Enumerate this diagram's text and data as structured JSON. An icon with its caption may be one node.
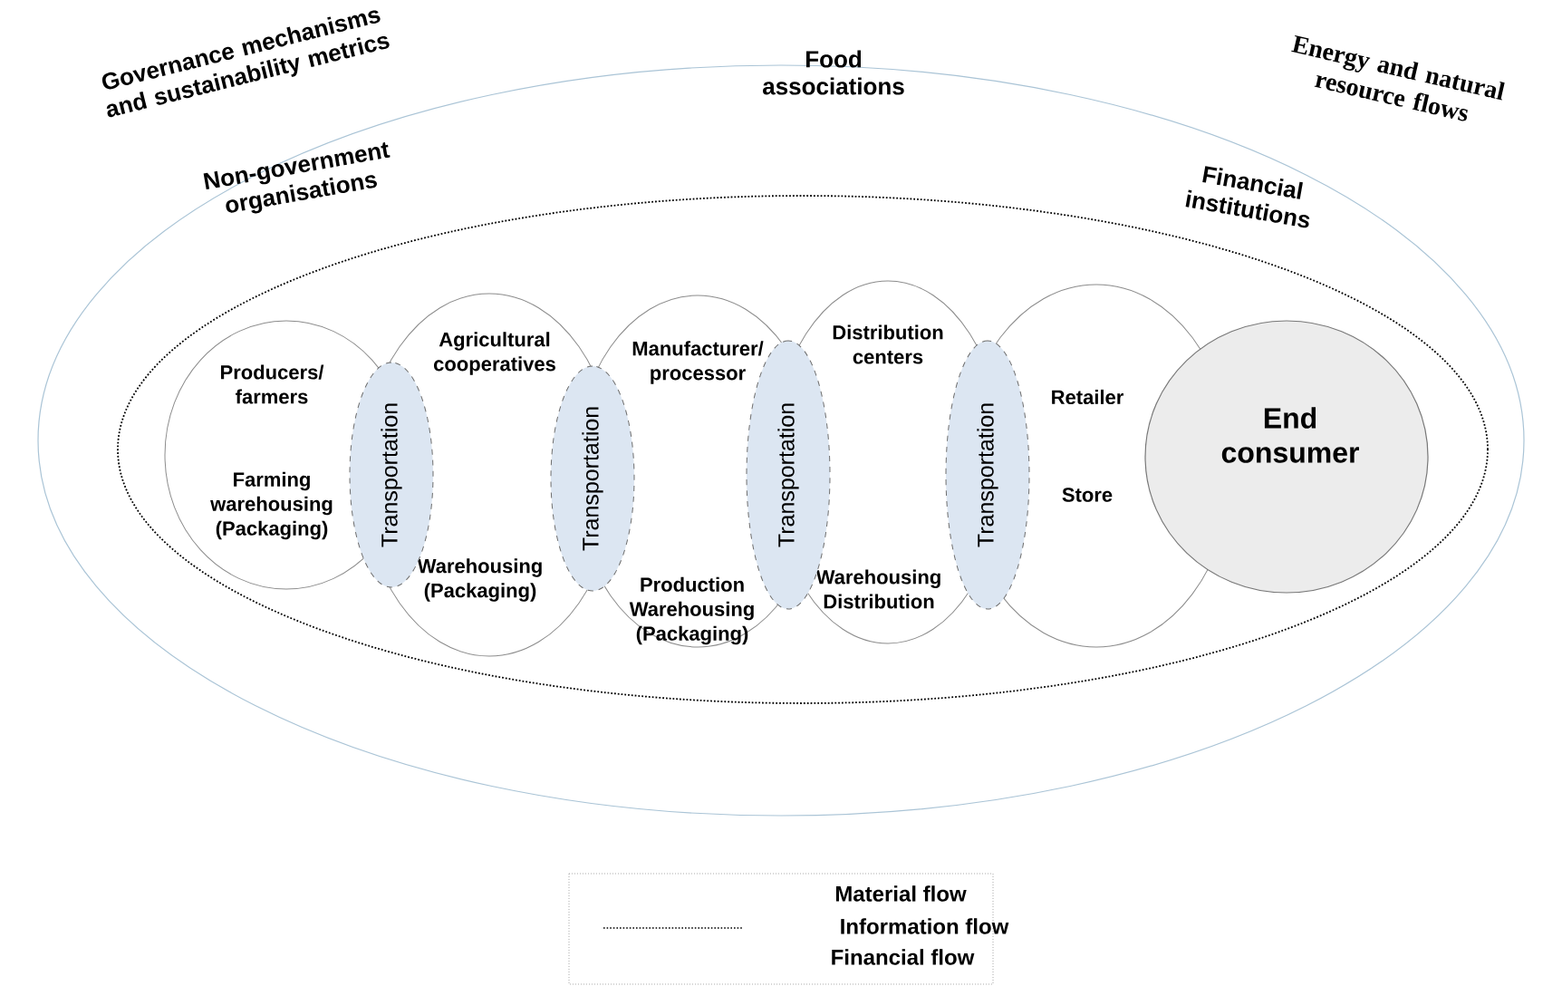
{
  "diagram": {
    "nodes": [
      {
        "text": [
          "Food associations",
          "Non-government organisations",
          "Financial institutions"
        ]
      },
      {
        "text": [],
        "shape": "ellipse",
        "in": 0
      },
      {
        "text": [
          "Producers/ farmers",
          "Farming warehousing (Packaging)"
        ],
        "in": 1
      },
      {
        "text": [
          "Transportation"
        ],
        "in": 1
      },
      {
        "text": [
          "Agricultural cooperatives",
          "Warehousing (Packaging)"
        ],
        "in": 1
      },
      {
        "text": [
          "Transportation"
        ],
        "in": 1
      },
      {
        "text": [
          "Manufacturer/ processor",
          "Production Warehousing (Packaging)"
        ],
        "in": 1
      },
      {
        "text": [
          "Transportation"
        ],
        "in": 1
      },
      {
        "text": [
          "Distribution centers",
          "Warehousing Distribution"
        ],
        "in": 1
      },
      {
        "text": [
          "Transportation"
        ],
        "in": 1
      },
      {
        "text": [
          "Retailer",
          "Store"
        ],
        "in": 1
      },
      {
        "text": [
          "End consumer"
        ],
        "in": 1
      }
    ],
    "edges": [],
    "labels": [
      "Governance mechanisms and sustainability metrics",
      "Energy and natural resource flows"
    ],
    "legend": [
      {
        "text": "Material flow"
      },
      {
        "text": "Information flow"
      },
      {
        "text": "Financial flow"
      }
    ]
  }
}
